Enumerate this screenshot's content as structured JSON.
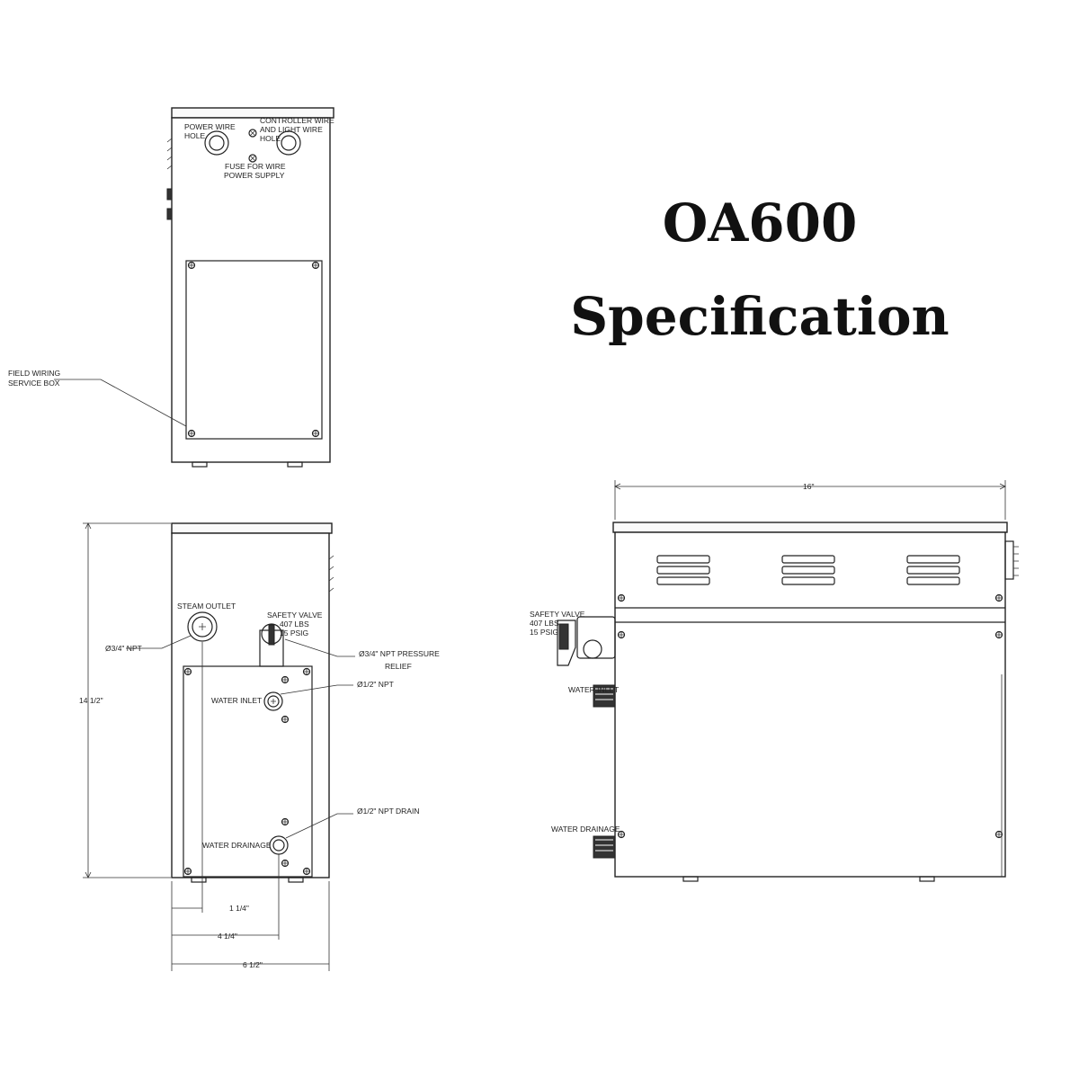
{
  "title": {
    "line1": "OA600",
    "line2": "Specification"
  },
  "top_view": {
    "power_wire_hole": [
      "POWER WIRE",
      "HOLE"
    ],
    "controller_wire": [
      "CONTROLLER WIRE",
      "AND LIGHT WIRE",
      "HOLE"
    ],
    "fuse": [
      "FUSE FOR WIRE",
      "POWER SUPPLY"
    ],
    "field_wiring": [
      "FIELD WIRING",
      "SERVICE BOX"
    ]
  },
  "front_view": {
    "steam_outlet": "STEAM OUTLET",
    "safety_valve": [
      "SAFETY VALVE",
      "407 LBS",
      "15 PSIG"
    ],
    "steam_thread": "Ø3/4\" NPT",
    "pressure_relief": [
      "Ø3/4\" NPT PRESSURE",
      "RELIEF"
    ],
    "water_inlet": "WATER INLET",
    "inlet_thread": "Ø1/2\" NPT",
    "drain_thread": "Ø1/2\" NPT DRAIN",
    "water_drainage": "WATER DRAINAGE",
    "height": "14 1/2\"",
    "dim_outlet_offset": "1 1/4\"",
    "dim_drain_offset": "4 1/4\"",
    "width": "6 1/2\""
  },
  "side_view": {
    "length": "16\"",
    "safety_valve": [
      "SAFETY VALVE",
      "407 LBS",
      "15 PSIG"
    ],
    "water_inlet": "WATER INLET",
    "water_drainage": "WATER DRAINAGE"
  }
}
